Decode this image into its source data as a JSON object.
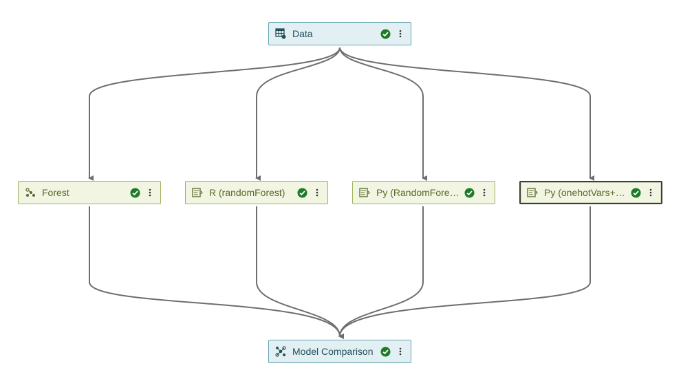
{
  "colors": {
    "edge": "#6e6e6e",
    "status_ok": "#1d7a27",
    "data_node_bg": "#e2f0f3",
    "model_node_bg": "#f1f5e1"
  },
  "nodes": {
    "data": {
      "label": "Data",
      "icon": "data-table-icon",
      "status": "success"
    },
    "forest": {
      "label": "Forest",
      "icon": "forest-icon",
      "status": "success"
    },
    "r_random_forest": {
      "label": "R (randomForest)",
      "icon": "code-notebook-icon",
      "status": "success"
    },
    "py_random_forest": {
      "label": "Py (RandomFores...",
      "icon": "code-notebook-icon",
      "status": "success"
    },
    "py_onehot": {
      "label": "Py (onehotVars+R...",
      "icon": "code-notebook-icon",
      "status": "success",
      "selected": true
    },
    "model_comparison": {
      "label": "Model Comparison",
      "icon": "model-comparison-icon",
      "status": "success"
    }
  },
  "edges": [
    [
      "data",
      "forest"
    ],
    [
      "data",
      "r_random_forest"
    ],
    [
      "data",
      "py_random_forest"
    ],
    [
      "data",
      "py_onehot"
    ],
    [
      "forest",
      "model_comparison"
    ],
    [
      "r_random_forest",
      "model_comparison"
    ],
    [
      "py_random_forest",
      "model_comparison"
    ],
    [
      "py_onehot",
      "model_comparison"
    ]
  ]
}
